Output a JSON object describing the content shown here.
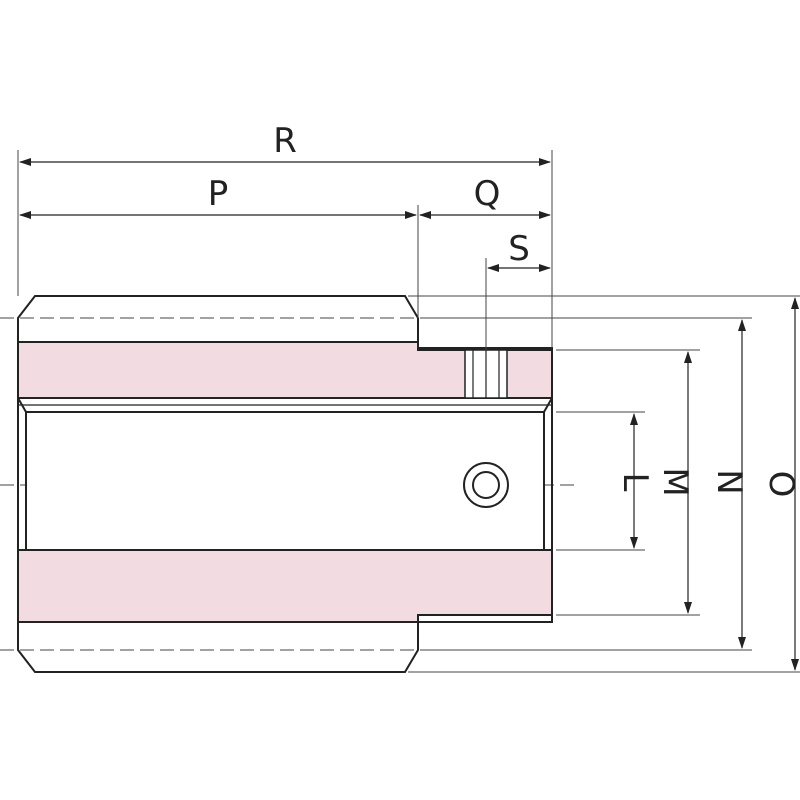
{
  "dimensions": {
    "R": "R",
    "P": "P",
    "Q": "Q",
    "S": "S",
    "L": "L",
    "M": "M",
    "N": "N",
    "O": "O"
  },
  "colors": {
    "section_fill": "#f3dbe2",
    "outline": "#222222"
  }
}
